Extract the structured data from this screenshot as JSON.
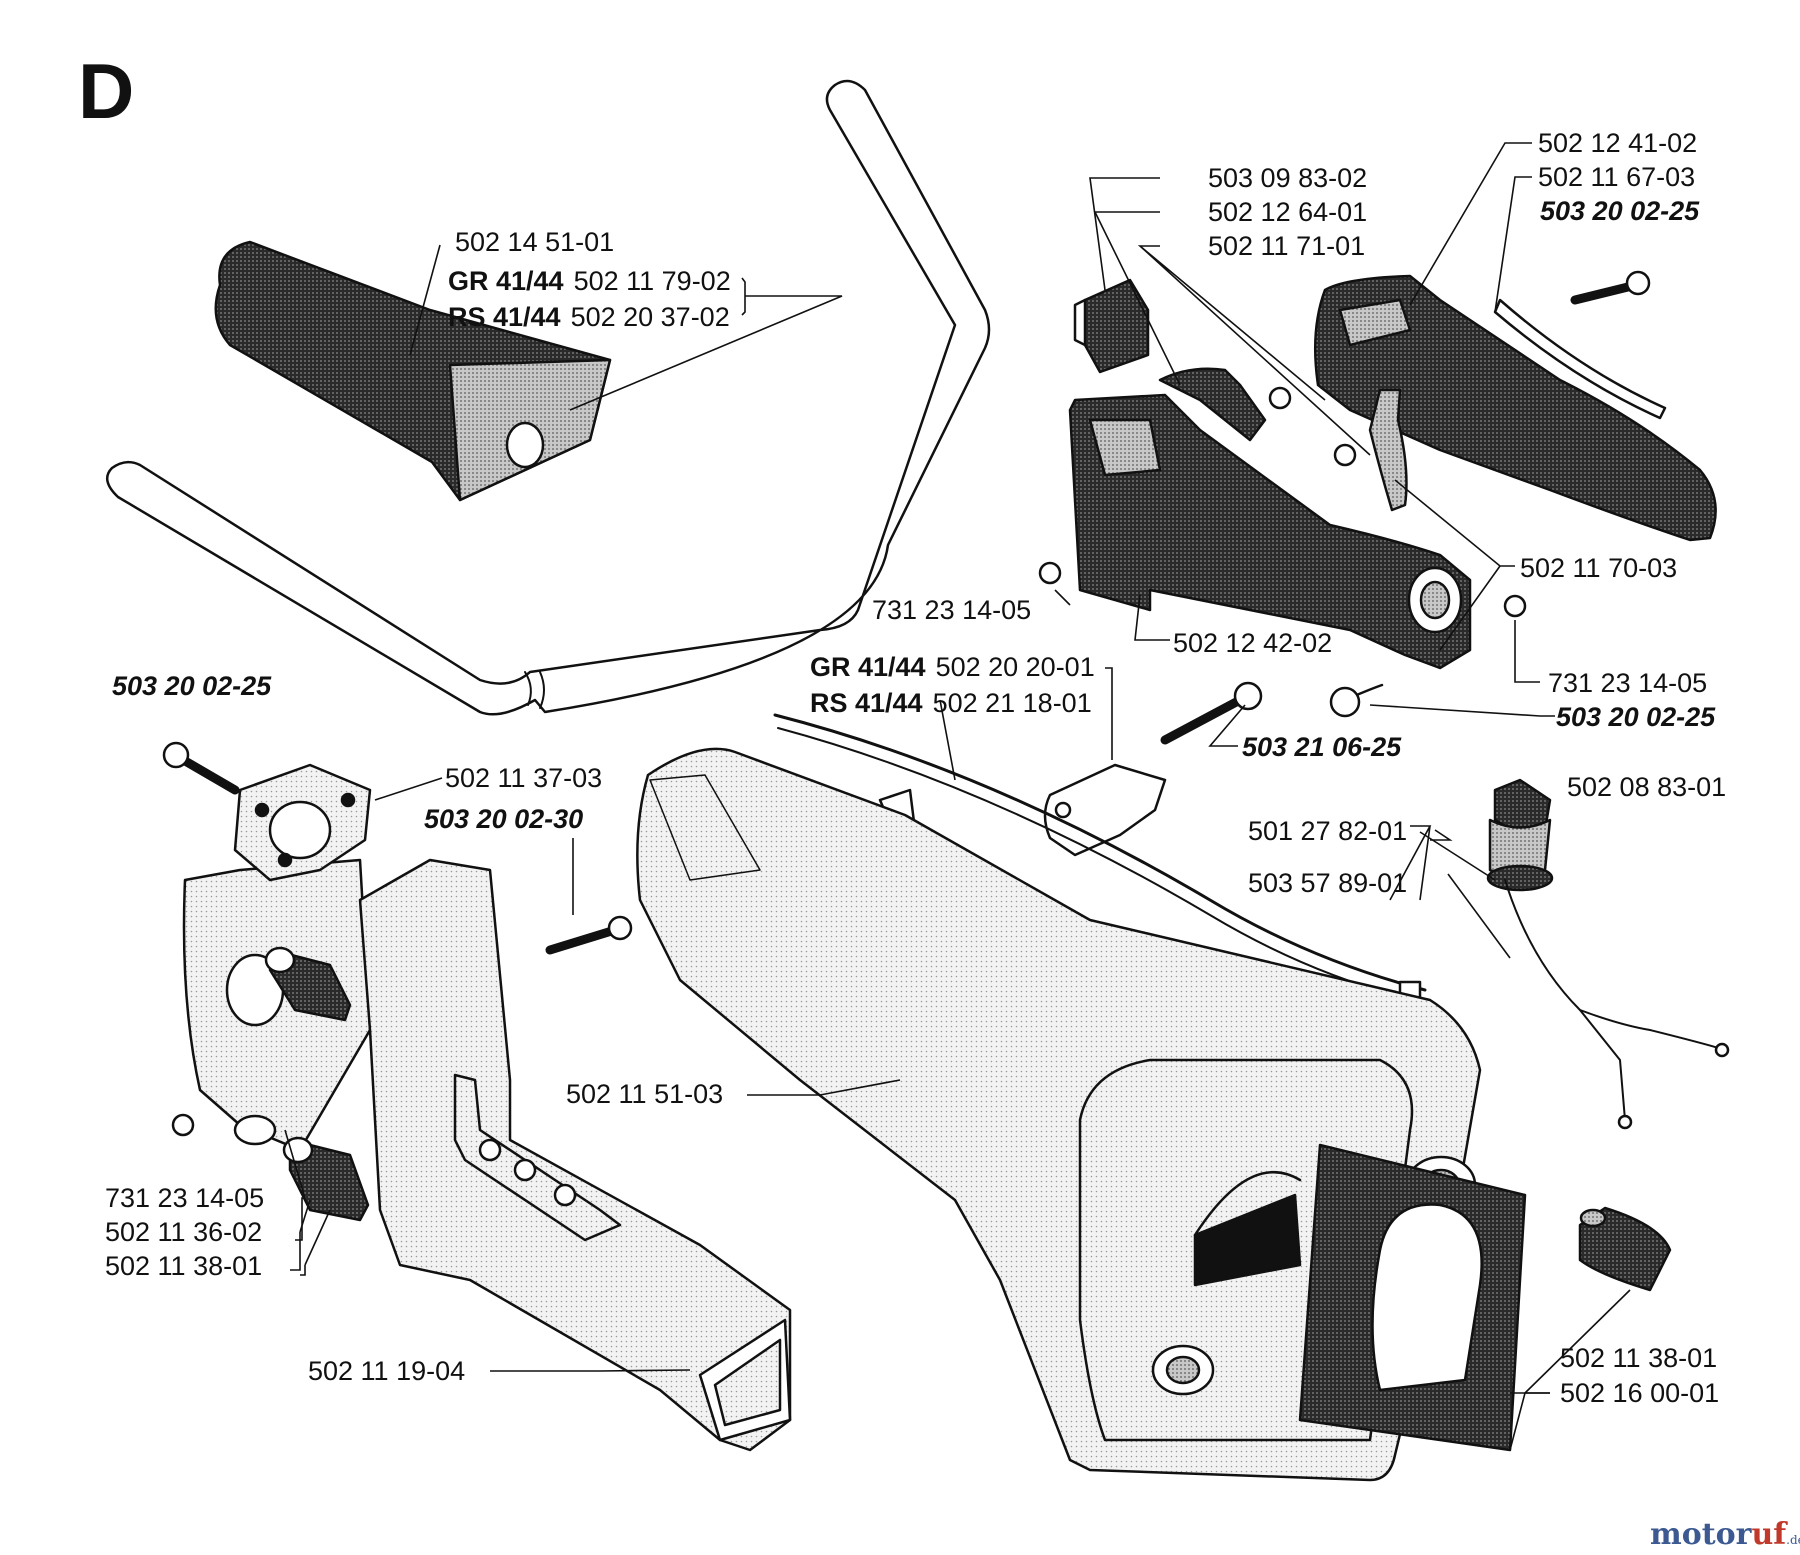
{
  "section_letter": "D",
  "labels": {
    "l_502_14_51_01": "502 14 51-01",
    "gr_prefix_1": "GR 41/44",
    "l_502_11_79_02": "502 11 79-02",
    "rs_prefix_1": "RS 41/44",
    "l_502_20_37_02": "502 20 37-02",
    "l_503_09_83_02": "503 09 83-02",
    "l_502_12_64_01": "502 12 64-01",
    "l_502_11_71_01": "502 11 71-01",
    "l_502_12_41_02": "502 12 41-02",
    "l_502_11_67_03": "502 11 67-03",
    "l_503_20_02_25_a": "503 20 02-25",
    "l_502_11_70_03": "502 11 70-03",
    "l_731_23_14_05_a": "731 23 14-05",
    "l_502_12_42_02": "502 12 42-02",
    "l_731_23_14_05_b": "731 23 14-05",
    "l_503_20_02_25_b": "503 20 02-25",
    "gr_prefix_2": "GR 41/44",
    "l_502_20_20_01": "502 20 20-01",
    "rs_prefix_2": "RS 41/44",
    "l_502_21_18_01": "502 21 18-01",
    "l_503_21_06_25": "503 21 06-25",
    "l_503_20_02_25_c": "503 20 02-25",
    "l_502_11_37_03": "502 11 37-03",
    "l_503_20_02_30": "503 20 02-30",
    "l_502_08_83_01": "502 08 83-01",
    "l_501_27_82_01": "501 27 82-01",
    "l_503_57_89_01": "503 57 89-01",
    "l_502_11_51_03": "502 11 51-03",
    "l_731_23_14_05_c": "731 23 14-05",
    "l_502_11_36_02": "502 11 36-02",
    "l_502_11_38_01_a": "502 11 38-01",
    "l_502_11_19_04": "502 11 19-04",
    "l_502_11_38_01_b": "502 11 38-01",
    "l_502_16_00_01": "502 16 00-01"
  },
  "watermark": {
    "part1": "motor",
    "part2": "uf",
    "suffix": ".de"
  }
}
